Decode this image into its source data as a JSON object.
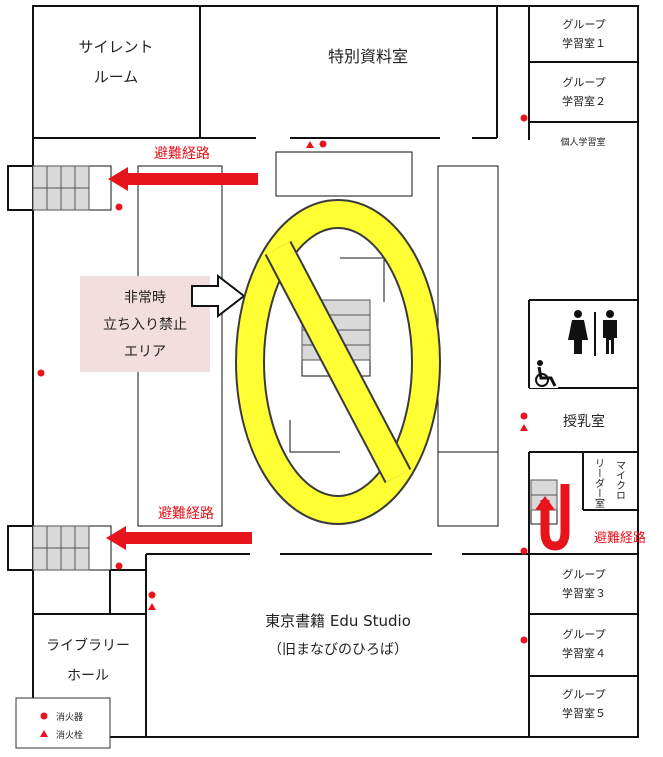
{
  "rooms": {
    "silent_room": [
      "サイレント",
      "ルーム"
    ],
    "special_materials": "特別資料室",
    "group1": [
      "グループ",
      "学習室１"
    ],
    "group2": [
      "グループ",
      "学習室２"
    ],
    "private_study": "個人学習室",
    "nursing": "授乳室",
    "micro_reader": [
      "マイクロ",
      "リーダー室"
    ],
    "group3": [
      "グループ",
      "学習室３"
    ],
    "group4": [
      "グループ",
      "学習室４"
    ],
    "group5": [
      "グループ",
      "学習室５"
    ],
    "edu_studio": [
      "東京書籍 Edu Studio",
      "（旧まなびのひろば）"
    ],
    "library_hall": [
      "ライブラリー",
      "ホール"
    ]
  },
  "restricted_area": [
    "非常時",
    "立ち入り禁止",
    "エリア"
  ],
  "evacuation_labels": {
    "upper_left": "避難経路",
    "lower_left": "避難経路",
    "right": "避難経路"
  },
  "legend": {
    "extinguisher": "消火器",
    "hydrant": "消火栓"
  },
  "colors": {
    "evacuation_arrow": "#e8141b",
    "prohibition_sign": "#ffff33",
    "prohibition_outline": "#3a3a3a",
    "restricted_box": "#f2dede",
    "stairs": "#d9d9d9",
    "walls": "#111111"
  },
  "icons": {
    "restroom": "restroom-icon",
    "wheelchair": "wheelchair-icon",
    "prohibition": "prohibition-sign-icon"
  }
}
